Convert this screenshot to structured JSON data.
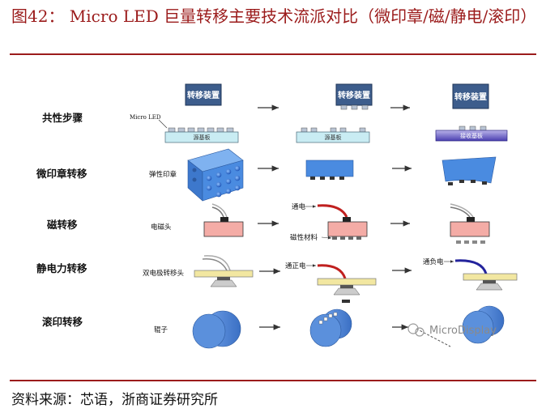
{
  "title": "图42：  Micro LED 巨量转移主要技术流派对比（微印章/磁/静电/滚印）",
  "source": "资料来源：芯语，浙商证券研究所",
  "rows": {
    "common": "共性步骤",
    "stamp": "微印章转移",
    "magnetic": "磁转移",
    "electro": "静电力转移",
    "roll": "滚印转移"
  },
  "labels": {
    "transfer_device": "转移装置",
    "micro_led": "Micro LED",
    "source_substrate": "源基板",
    "receiving_substrate": "接收基板",
    "elastic_stamp": "弹性印章",
    "electromagnetic_head": "电磁头",
    "energize": "通电",
    "magnetic_material": "磁性材料",
    "bipolar_head": "双电极转移头",
    "positive": "通正电",
    "negative": "通负电",
    "roller": "辊子"
  },
  "watermark": "MicroDisplay",
  "colors": {
    "title": "#9b1b1b",
    "device": "#3d5d8c",
    "substrate": "#c9ecf3",
    "led": "#b9c4d4",
    "stamp": "#4a8be0",
    "pink": "#f4aca6",
    "red_wire": "#c0201f",
    "blue_wire": "#23239c",
    "plate": "#f2e7a1",
    "roller": "#4f86d6"
  }
}
